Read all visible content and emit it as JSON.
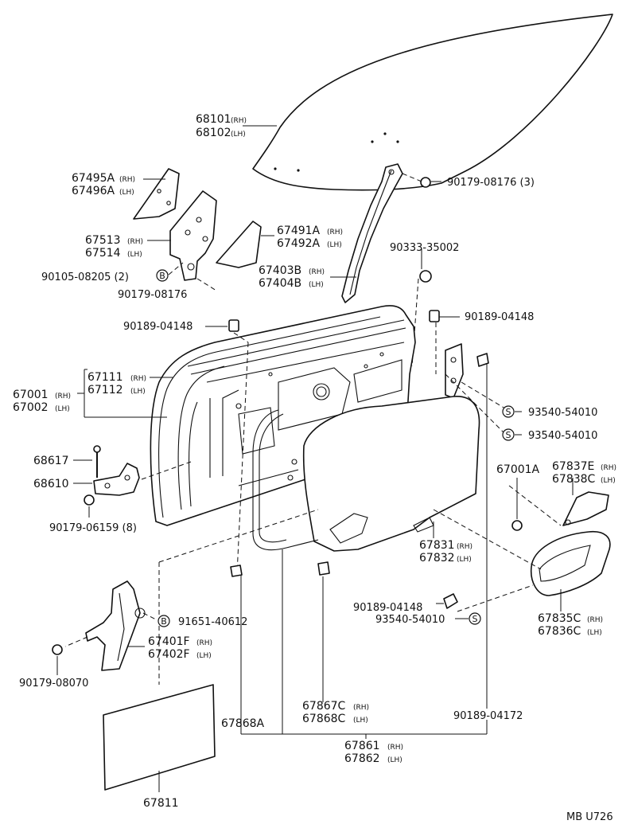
{
  "diagram_code": "MB U726",
  "symbols": {
    "bolt": "B",
    "screw": "S"
  },
  "labels": {
    "p68101": "68101",
    "p68102": "68102",
    "p90179_08176_3": "90179-08176 (3)",
    "p67495A": "67495A",
    "p67496A": "67496A",
    "p67491A": "67491A",
    "p67492A": "67492A",
    "p67513": "67513",
    "p67514": "67514",
    "p90105_08205": "90105-08205 (2)",
    "p90179_08176": "90179-08176",
    "p90333_35002": "90333-35002",
    "p67403B": "67403B",
    "p67404B": "67404B",
    "p90189_04148_a": "90189-04148",
    "p90189_04148_b": "90189-04148",
    "p67111": "67111",
    "p67112": "67112",
    "p67001": "67001",
    "p67002": "67002",
    "p93540_54010_a": "93540-54010",
    "p93540_54010_b": "93540-54010",
    "p68617": "68617",
    "p68610": "68610",
    "p67001A": "67001A",
    "p67837E": "67837E",
    "p67838C": "67838C",
    "p90179_06159": "90179-06159 (8)",
    "p67831": "67831",
    "p67832": "67832",
    "p90189_04148_c": "90189-04148",
    "p93540_54010_c": "93540-54010",
    "p91651_40612": "91651-40612",
    "p67835C": "67835C",
    "p67836C": "67836C",
    "p67401F": "67401F",
    "p67402F": "67402F",
    "p90179_08070": "90179-08070",
    "p67867C": "67867C",
    "p67868C": "67868C",
    "p67868A": "67868A",
    "p90189_04172": "90189-04172",
    "p67861": "67861",
    "p67862": "67862",
    "p67811": "67811"
  },
  "sides": {
    "rh": "(RH)",
    "lh": "(LH)"
  }
}
